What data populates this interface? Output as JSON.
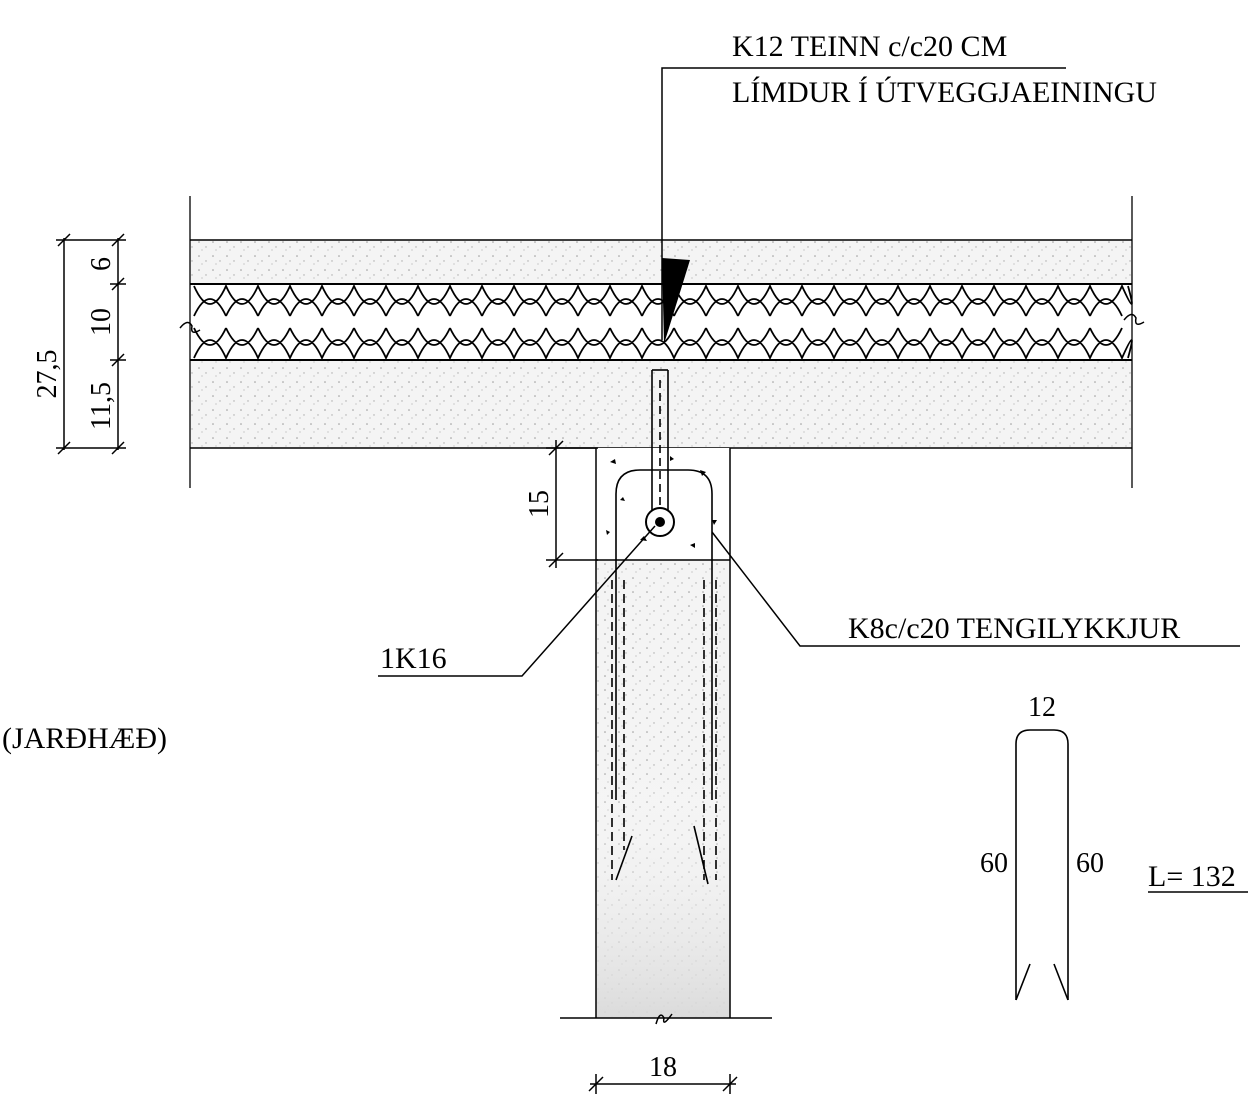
{
  "annotations": {
    "top_line1": "K12 TEINN c/c20 CM",
    "top_line2": "LÍMDUR Í ÚTVEGGJAEININGU",
    "stirrups": "K8c/c20 TENGILYKKJUR",
    "bar": "1K16",
    "floor": "(JARÐHÆÐ)",
    "length": "L= 132"
  },
  "dimensions": {
    "total": "27,5",
    "layer_outer": "6",
    "layer_insulation": "10",
    "layer_inner": "11,5",
    "beam_depth": "15",
    "wall_width": "18",
    "stirrup_width": "12",
    "stirrup_leg_left": "60",
    "stirrup_leg_right": "60"
  }
}
